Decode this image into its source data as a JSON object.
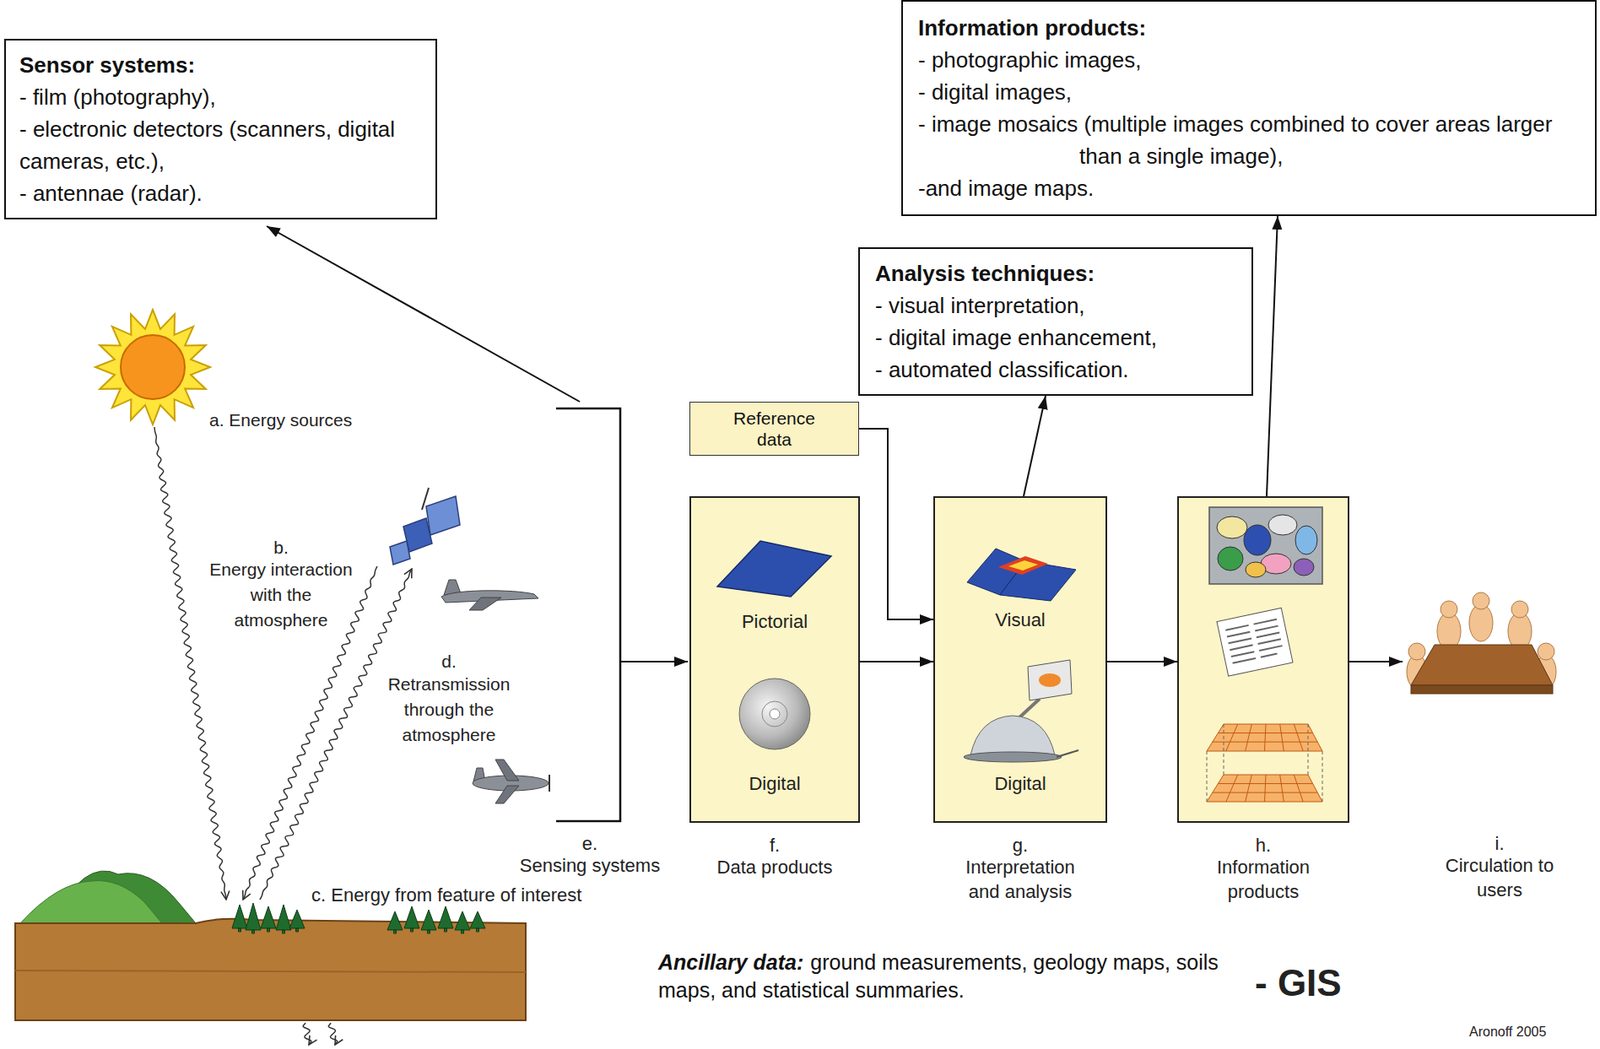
{
  "diagram": {
    "nodes": [
      {
        "text": [
          "Sensor systems:",
          "- film (photography),",
          "- electronic detectors (scanners, digital cameras, etc.),",
          "- antennae (radar)."
        ]
      },
      {
        "text": [
          "Information products:",
          "- photographic images,",
          "- digital images,",
          "- image mosaics (multiple images combined to cover areas larger than a single image),",
          "-and image maps."
        ]
      },
      {
        "text": [
          "Analysis techniques:",
          "- visual interpretation,",
          "- digital image enhancement,",
          "- automated classification."
        ]
      },
      {
        "text": [
          "Reference data"
        ]
      },
      {
        "text": [
          "Pictorial",
          "Digital",
          "f.",
          "Data products"
        ]
      },
      {
        "text": [
          "Visual",
          "Digital",
          "g.",
          "Interpretation and analysis"
        ]
      },
      {
        "text": [
          "h.",
          "Information products"
        ]
      }
    ],
    "edges": [
      {
        "from": 4,
        "to": 5,
        "arrow": "to"
      },
      {
        "from": 5,
        "to": 6,
        "arrow": "to"
      },
      {
        "from": 3,
        "to": 5,
        "arrow": "to"
      },
      {
        "from": 5,
        "to": 2,
        "arrow": "to"
      },
      {
        "from": 6,
        "to": 1,
        "arrow": "to"
      }
    ],
    "labels": [
      "a. Energy sources",
      "b.",
      "Energy interaction with the atmosphere",
      "d.",
      "Retransmission through the atmosphere",
      "c. Energy from feature of interest",
      "e.",
      "Sensing systems",
      "i.",
      "Circulation to users",
      "Ancillary data:",
      "ground measurements, geology maps, soils maps, and statistical summaries.",
      "- GIS",
      "Aronoff 2005"
    ]
  }
}
